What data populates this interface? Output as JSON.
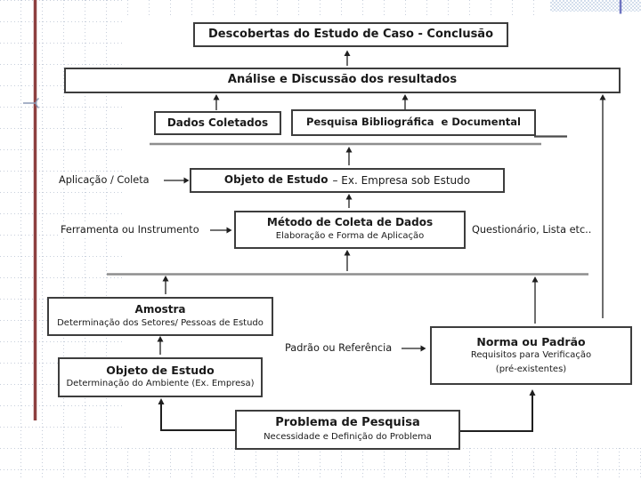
{
  "colors": {
    "accent_red_line": "#8d4040",
    "accent_blue_line": "#6d73c0",
    "grid_dots": "#c7cedb",
    "checker_band": "#d3deec",
    "divider_line": "#8e8e8e",
    "box_border": "#3d3d3d",
    "text": "#1a1a1a"
  },
  "diagram": {
    "nodes": {
      "descobertas": {
        "title": "Descobertas do Estudo de Caso - Conclusão"
      },
      "analise": {
        "title": "Análise e Discussão dos resultados"
      },
      "dados": {
        "title": "Dados Coletados"
      },
      "pesquisa": {
        "title": "Pesquisa Bibliográfica  e Documental"
      },
      "objeto_estudo_meio": {
        "title_bold": "Objeto de Estudo",
        "title_rest": "– Ex. Empresa sob Estudo"
      },
      "metodo": {
        "title": "Método de Coleta de Dados",
        "subtitle": "Elaboração e Forma de Aplicação"
      },
      "amostra": {
        "title": "Amostra",
        "subtitle": "Determinação dos Setores/ Pessoas de Estudo"
      },
      "objeto_estudo_base": {
        "title": "Objeto de Estudo",
        "subtitle": "Determinação do Ambiente (Ex. Empresa)"
      },
      "norma": {
        "title": "Norma ou Padrão",
        "line2": "Requisitos para Verificação",
        "line3": "(pré-existentes)"
      },
      "problema": {
        "title": "Problema de Pesquisa",
        "subtitle": "Necessidade e Definição do Problema"
      }
    },
    "labels": {
      "aplicacao": "Aplicação / Coleta",
      "ferramenta": "Ferramenta ou Instrumento",
      "questionario": "Questionário, Lista etc..",
      "padrao": "Padrão ou Referência"
    }
  }
}
